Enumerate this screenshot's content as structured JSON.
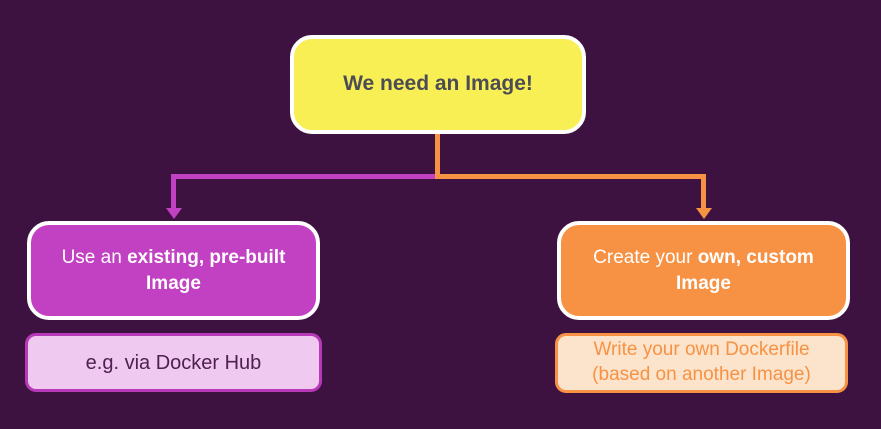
{
  "colors": {
    "background": "#3d1140",
    "yellow": "#f8ef55",
    "magenta": "#c240c2",
    "orange": "#f79244",
    "pink_fill": "#f0c9f0",
    "pink_border": "#b839b8",
    "peach_fill": "#fbe4cb",
    "dark_text": "#4c4c55",
    "plum_text": "#4e2150",
    "white": "#ffffff"
  },
  "diagram": {
    "type": "flowchart",
    "nodes": {
      "root": {
        "text": "We need an Image!"
      },
      "existing": {
        "text_regular": "Use an ",
        "text_bold": "existing, pre-built Image"
      },
      "custom": {
        "text_regular": "Create your ",
        "text_bold": "own, custom Image"
      },
      "existing_note": {
        "text": "e.g. via Docker Hub"
      },
      "custom_note": {
        "line1": "Write your own Dockerfile",
        "line2": "(based on another Image)"
      }
    },
    "edges": [
      {
        "from": "root",
        "to": "existing",
        "color": "magenta",
        "arrow": "down"
      },
      {
        "from": "root",
        "to": "custom",
        "color": "orange",
        "arrow": "down"
      }
    ]
  }
}
